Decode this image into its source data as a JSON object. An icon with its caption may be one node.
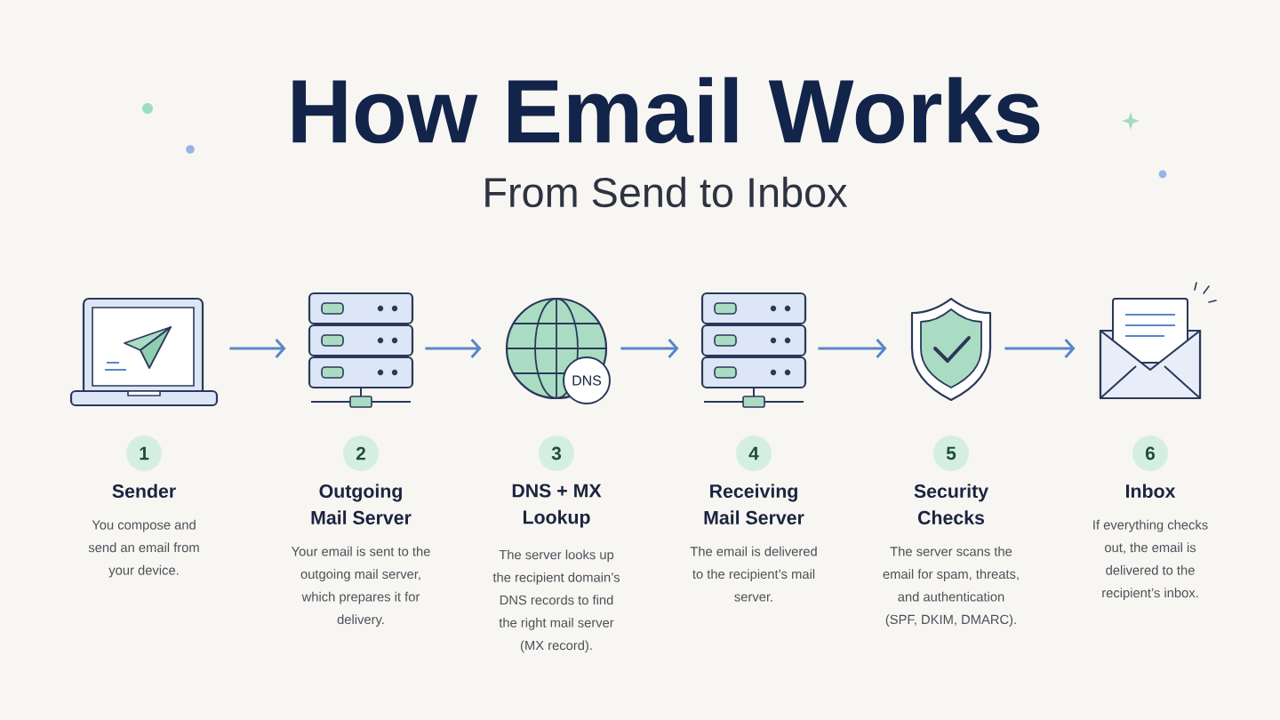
{
  "diagram": {
    "title": "How Email Works",
    "nodes": [
      {
        "text": [],
        "shape": "picture",
        "beside": [
          "1",
          "Sender",
          "You compose and send an email from your device."
        ]
      },
      {
        "text": [],
        "shape": "picture",
        "beside": [
          "2",
          "Outgoing Mail Server",
          "Your email is sent to the outgoing mail server, which prepares it for delivery."
        ]
      },
      {
        "text": [
          "DNS"
        ],
        "beside": [
          "3",
          "DNS + MX Lookup",
          "The server looks up the recipient domain’s DNS records to find the right mail server (MX record)."
        ]
      },
      {
        "text": [],
        "shape": "picture",
        "beside": [
          "4",
          "Receiving Mail Server",
          "The email is delivered to the recipient’s mail server."
        ]
      },
      {
        "text": [],
        "shape": "picture",
        "beside": [
          "5",
          "Security Checks",
          "The server scans the email for spam, threats, and authentication (SPF, DKIM, DMARC)."
        ]
      },
      {
        "text": [],
        "shape": "picture",
        "beside": [
          "6",
          "Inbox",
          "If everything checks out, the email is delivered to the recipient’s inbox."
        ]
      }
    ],
    "edges": [
      {
        "from": 0,
        "to": 1,
        "arrow": "to"
      },
      {
        "from": 1,
        "to": 2,
        "arrow": "to"
      },
      {
        "from": 2,
        "to": 3,
        "arrow": "to"
      },
      {
        "from": 3,
        "to": 4,
        "arrow": "to"
      },
      {
        "from": 4,
        "to": 5,
        "arrow": "to"
      }
    ],
    "labels": [
      "From Send to Inbox"
    ]
  }
}
